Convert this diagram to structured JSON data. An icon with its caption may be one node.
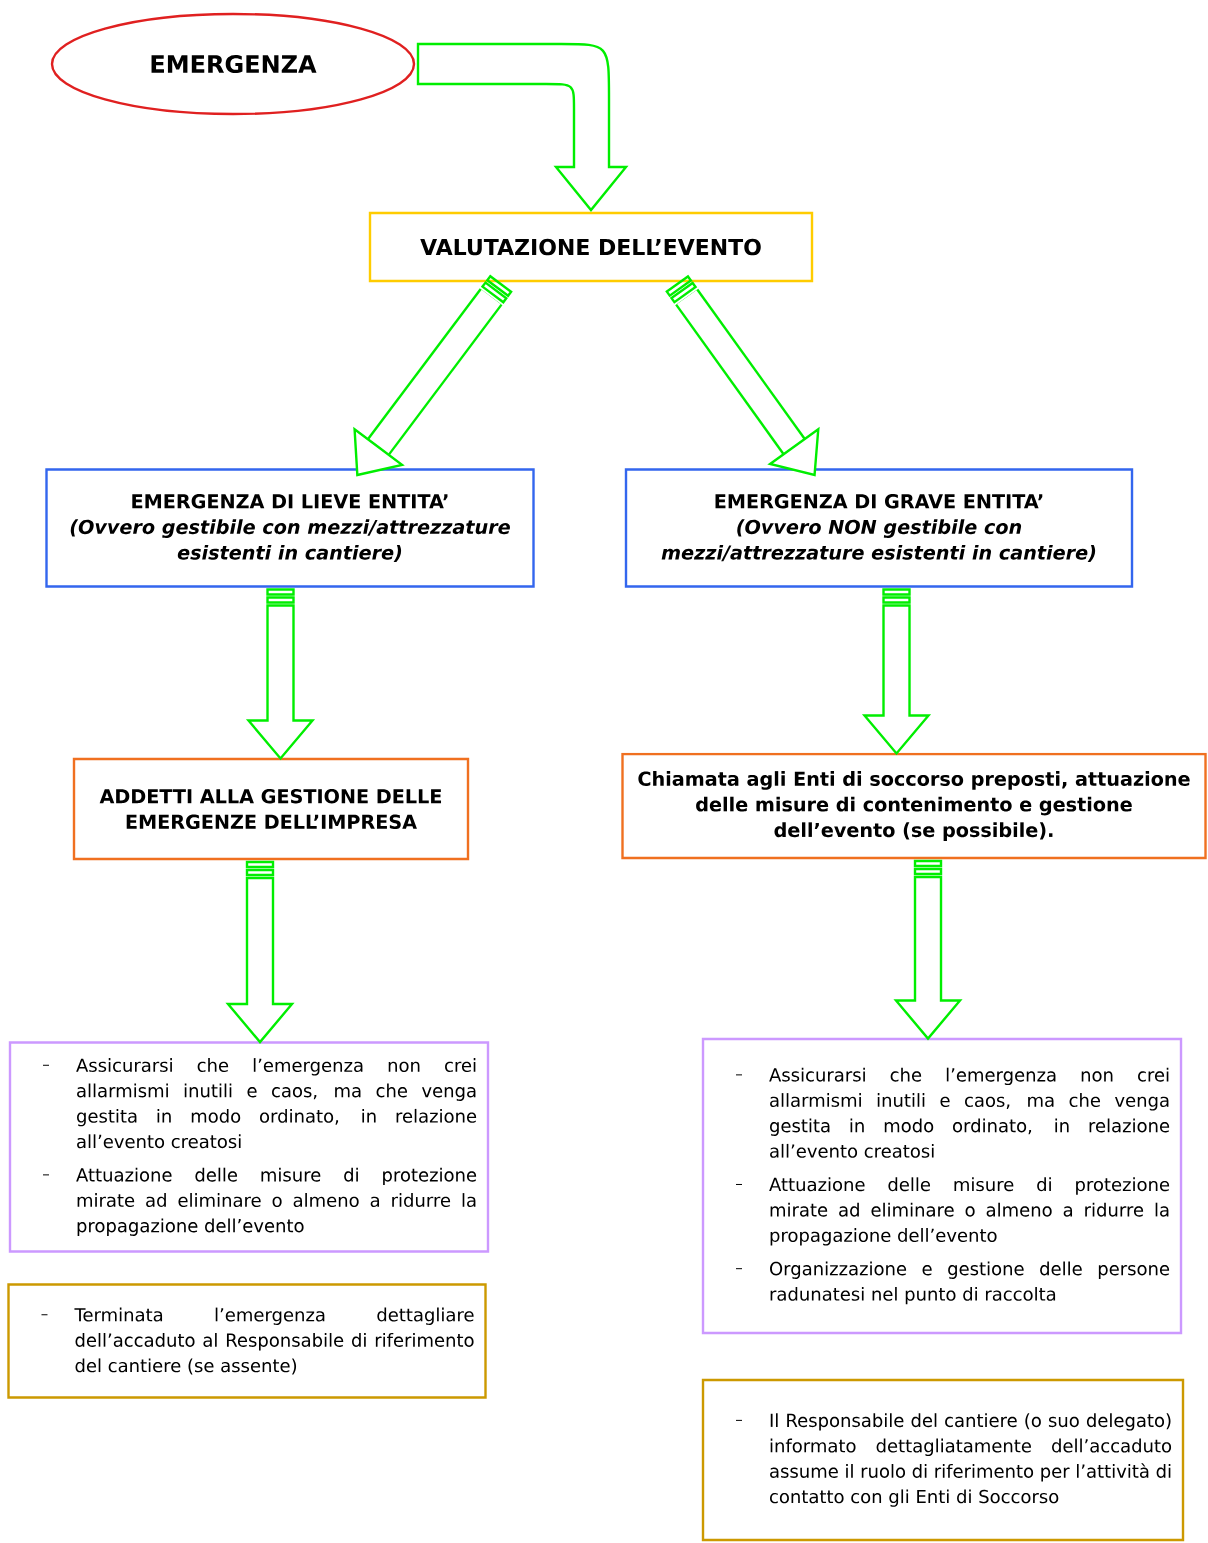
{
  "diagram": {
    "nodes": [
      {
        "text": [
          "EMERGENZA"
        ]
      },
      {
        "text": [
          "VALUTAZIONE DELL’EVENTO"
        ]
      },
      {
        "text": [
          "EMERGENZA DI LIEVE ENTITA’",
          "(Ovvero gestibile con mezzi/attrezzature esistenti in cantiere)"
        ]
      },
      {
        "text": [
          "EMERGENZA DI GRAVE ENTITA’",
          "(Ovvero NON gestibile con mezzi/attrezzature esistenti in cantiere)"
        ]
      },
      {
        "text": [
          "ADDETTI ALLA GESTIONE DELLE EMERGENZE DELL’IMPRESA"
        ]
      },
      {
        "text": [
          "Chiamata agli Enti di soccorso preposti, attuazione delle misure di contenimento e gestione dell’evento (se possibile)."
        ]
      },
      {
        "text": [
          "Assicurarsi che l’emergenza non crei allarmismi inutili e caos, ma che venga gestita in modo ordinato, in relazione all’evento creatosi",
          "Attuazione delle misure di protezione mirate ad eliminare o almeno a ridurre la propagazione dell’evento"
        ]
      },
      {
        "text": [
          "Terminata l’emergenza dettagliare dell’accaduto al Responsabile di riferimento del cantiere (se assente)"
        ]
      },
      {
        "text": [
          "Assicurarsi che l’emergenza non crei allarmismi inutili e caos, ma che venga gestita in modo ordinato, in relazione all’evento creatosi",
          "Attuazione delle misure di protezione mirate ad eliminare o almeno a ridurre la propagazione dell’evento",
          "Organizzazione e gestione delle persone radunatesi nel punto di raccolta"
        ]
      },
      {
        "text": [
          "Il Responsabile del cantiere (o suo delegato) informato dettagliatamente dell’accaduto assume il ruolo di riferimento per l’attività di contatto con gli Enti di Soccorso"
        ]
      }
    ],
    "edges": [
      {
        "from": 0,
        "to": 1,
        "arrow": "to"
      },
      {
        "from": 1,
        "to": 2,
        "arrow": "to"
      },
      {
        "from": 1,
        "to": 3,
        "arrow": "to"
      },
      {
        "from": 2,
        "to": 4,
        "arrow": "to"
      },
      {
        "from": 3,
        "to": 5,
        "arrow": "to"
      },
      {
        "from": 4,
        "to": 6,
        "arrow": "to"
      },
      {
        "from": 5,
        "to": 8,
        "arrow": "to"
      }
    ]
  }
}
